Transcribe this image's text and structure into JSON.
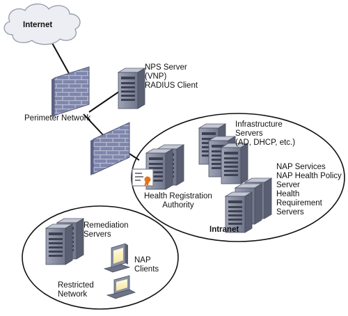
{
  "internet": {
    "label": "Internet"
  },
  "perimeter": {
    "label": "Perimeter Network"
  },
  "nps_server": {
    "label": "NPS Server\n(VNP)\nRADIUS Client"
  },
  "infrastructure": {
    "label": "Infrastructure\nServers\n(AD, DHCP, etc.)"
  },
  "nap_services": {
    "label": "NAP Services\nNAP Health Policy\nServer\nHealth\nRequirement\nServers"
  },
  "hra": {
    "label": "Health Registration\nAuthority"
  },
  "intranet": {
    "label": "Intranet"
  },
  "remediation": {
    "label": "Remediation\nServers"
  },
  "nap_clients": {
    "label": "NAP\nClients"
  },
  "restricted": {
    "label": "Restricted\nNetwork"
  },
  "colors": {
    "firewall": "#7f86ab",
    "firewall_mortar": "#b9bdd4",
    "server_front": "#8a8fa3",
    "server_side": "#5a5f72",
    "server_top": "#b8bccb",
    "cloud": "#eceef3",
    "certificate_seal": "#e3731a"
  }
}
